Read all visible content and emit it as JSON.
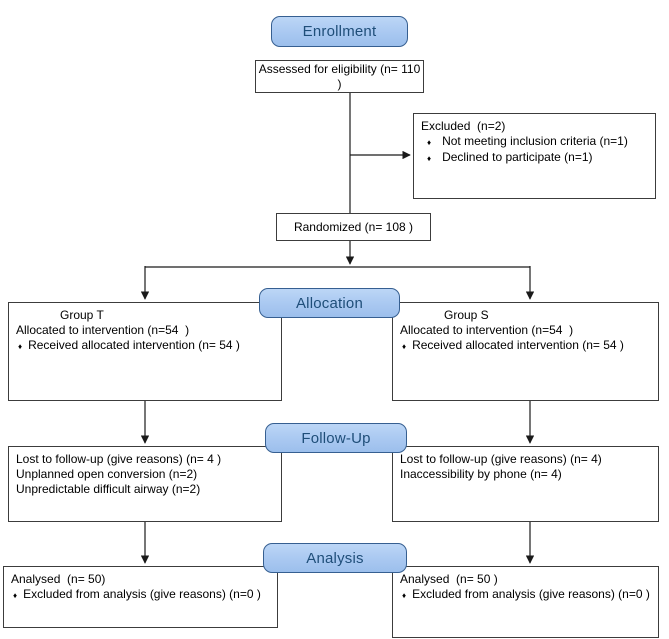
{
  "stages": {
    "enrollment": "Enrollment",
    "allocation": "Allocation",
    "followup": "Follow-Up",
    "analysis": "Analysis"
  },
  "boxes": {
    "assessed": {
      "text": "Assessed for eligibility (n= 110 )"
    },
    "excluded": {
      "line1": "Excluded  (n=2)",
      "bullets": [
        "Not meeting inclusion criteria (n=1)",
        "Declined to participate (n=1)"
      ]
    },
    "randomized": {
      "text": "Randomized (n= 108 )"
    },
    "group_t": {
      "title": "Group T",
      "line1": "Allocated to intervention (n=54  )",
      "bullets": [
        "Received allocated intervention (n= 54 )"
      ]
    },
    "group_s": {
      "title": "Group S",
      "line1": "Allocated to intervention (n=54  )",
      "bullets": [
        "Received allocated intervention (n= 54 )"
      ]
    },
    "followup_left": {
      "lines": [
        "Lost to follow-up (give reasons) (n= 4 )",
        "Unplanned open conversion (n=2)",
        "Unpredictable difficult airway (n=2)"
      ]
    },
    "followup_right": {
      "lines": [
        "Lost to follow-up (give reasons) (n= 4)",
        "Inaccessibility by phone (n= 4)"
      ]
    },
    "analysis_left": {
      "line1": "Analysed  (n= 50)",
      "bullets": [
        "Excluded from analysis (give reasons) (n=0 )"
      ]
    },
    "analysis_right": {
      "line1": "Analysed  (n= 50 )",
      "bullets": [
        "Excluded from analysis (give reasons) (n=0 )"
      ]
    }
  },
  "bullet_glyph": "♦",
  "colors": {
    "stage_fill": "#a9c8f1",
    "stage_border": "#365f91",
    "stage_text": "#1f4e79",
    "box_border": "#3c3c3c",
    "connector": "#1a1a1a"
  }
}
